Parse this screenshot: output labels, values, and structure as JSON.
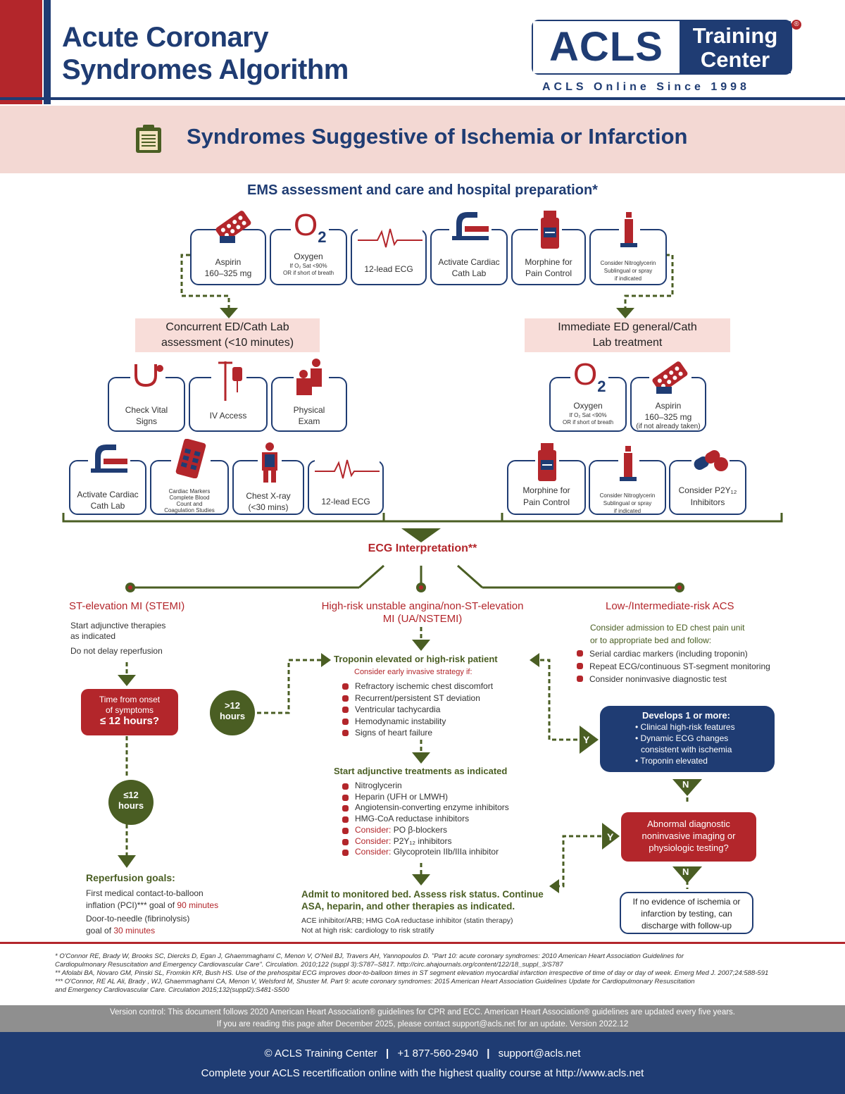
{
  "header": {
    "title_line1": "Acute Coronary",
    "title_line2": "Syndromes Algorithm",
    "logo_acls": "ACLS",
    "logo_training": "Training",
    "logo_center": "Center",
    "logo_reg": "®",
    "tagline": "ACLS Online Since 1998"
  },
  "banner": {
    "title": "Syndromes Suggestive of Ischemia or Infarction"
  },
  "ems": {
    "heading": "EMS assessment and care and hospital preparation*",
    "cards": [
      {
        "icon": "pill-pack-icon",
        "line1": "Aspirin",
        "line2": "160–325 mg"
      },
      {
        "icon": "oxygen-icon",
        "glyph": "O",
        "sub": "2",
        "line1": "Oxygen",
        "small1": "If O₂ Sat <90%",
        "small2": "OR if short of breath"
      },
      {
        "icon": "ecg-icon",
        "line1": "12-lead ECG"
      },
      {
        "icon": "microscope-icon",
        "line1": "Activate Cardiac",
        "line2": "Cath Lab"
      },
      {
        "icon": "vial-icon",
        "line1": "Morphine for",
        "line2": "Pain Control"
      },
      {
        "icon": "spray-icon",
        "small1": "Consider Nitroglycerin",
        "small2": "Sublingual or spray",
        "small3": "if indicated"
      }
    ]
  },
  "left_branch": {
    "title_line1": "Concurrent ED/Cath Lab",
    "title_line2": "assessment (<10 minutes)",
    "row1": [
      {
        "icon": "stethoscope-icon",
        "line1": "Check Vital",
        "line2": "Signs"
      },
      {
        "icon": "iv-drip-icon",
        "line1": "IV Access"
      },
      {
        "icon": "physical-exam-icon",
        "line1": "Physical",
        "line2": "Exam"
      }
    ],
    "row2": [
      {
        "icon": "microscope-icon",
        "line1": "Activate Cardiac",
        "line2": "Cath Lab"
      },
      {
        "icon": "test-cartridge-icon",
        "small1": "Cardiac Markers",
        "small2": "Complete Blood",
        "small3": "Count and",
        "small4": "Coagulation Studies"
      },
      {
        "icon": "xray-icon",
        "line1": "Chest X-ray",
        "line2": "(<30 mins)"
      },
      {
        "icon": "ecg-icon",
        "line1": "12-lead ECG"
      }
    ]
  },
  "right_branch": {
    "title_line1": "Immediate ED general/Cath",
    "title_line2": "Lab treatment",
    "row1": [
      {
        "icon": "oxygen-icon",
        "glyph": "O",
        "sub": "2",
        "line1": "Oxygen",
        "small1": "If O₂ Sat <90%",
        "small2": "OR if short of breath"
      },
      {
        "icon": "pill-pack-icon",
        "line1": "Aspirin",
        "line2": "160–325 mg",
        "line3": "(if not already taken)"
      }
    ],
    "row2": [
      {
        "icon": "vial-icon",
        "line1": "Morphine for",
        "line2": "Pain Control"
      },
      {
        "icon": "spray-icon",
        "small1": "Consider Nitroglycerin",
        "small2": "Sublingual or spray",
        "small3": "if indicated"
      },
      {
        "icon": "capsule-icon",
        "line1": "Consider P2Y₁₂",
        "line2": "Inhibitors"
      }
    ]
  },
  "ecg_interp": "ECG Interpretation**",
  "stemi": {
    "title": "ST-elevation MI (STEMI)",
    "text1": "Start adjunctive therapies",
    "text2": "as indicated",
    "text3": "Do not delay reperfusion",
    "decision_l1": "Time from onset",
    "decision_l2": "of symptoms",
    "decision_l3": "≤ 12 hours?",
    "gt12_l1": ">12",
    "gt12_l2": "hours",
    "le12_l1": "≤12",
    "le12_l2": "hours",
    "goals_title": "Reperfusion goals:",
    "goal1_a": "First medical contact-to-balloon",
    "goal1_b": "inflation (PCI)*** goal of ",
    "goal1_c": "90 minutes",
    "goal2_a": "Door-to-needle (fibrinolysis)",
    "goal2_b": "goal of ",
    "goal2_c": "30 minutes"
  },
  "nstemi": {
    "title_l1": "High-risk unstable angina/non-ST-elevation",
    "title_l2": "MI (UA/NSTEMI)",
    "trop_title": "Troponin elevated or high-risk patient",
    "trop_sub": "Consider early invasive strategy if:",
    "trop_items": [
      "Refractory ischemic chest discomfort",
      "Recurrent/persistent ST deviation",
      "Ventricular tachycardia",
      "Hemodynamic instability",
      "Signs of heart failure"
    ],
    "adj_title": "Start adjunctive treatments as indicated",
    "adj_items": [
      {
        "pre": "",
        "text": "Nitroglycerin"
      },
      {
        "pre": "",
        "text": "Heparin (UFH or LMWH)"
      },
      {
        "pre": "",
        "text": "Angiotensin-converting enzyme inhibitors"
      },
      {
        "pre": "",
        "text": "HMG-CoA reductase inhibitors"
      },
      {
        "pre": "Consider:",
        "text": " PO β-blockers"
      },
      {
        "pre": "Consider:",
        "text": " P2Y₁₂ inhibitors"
      },
      {
        "pre": "Consider:",
        "text": " Glycoprotein IIb/IIIa inhibitor"
      }
    ],
    "admit_l1": "Admit to monitored bed. Assess risk status. Continue",
    "admit_l2": "ASA, heparin, and other therapies as indicated.",
    "admit_s1": "ACE inhibitor/ARB; HMG CoA reductase inhibitor (statin therapy)",
    "admit_s2": "Not at high risk: cardiology to risk stratify"
  },
  "low_risk": {
    "title": "Low-/Intermediate-risk ACS",
    "text1": "Consider admission to ED chest pain unit",
    "text2": "or to appropriate bed and follow:",
    "items": [
      "Serial cardiac markers (including troponin)",
      "Repeat ECG/continuous ST-segment monitoring",
      "Consider noninvasive diagnostic test"
    ],
    "develops_title": "Develops 1 or more:",
    "develops_items": [
      "Clinical high-risk features",
      "Dynamic ECG changes",
      "consistent with ischemia",
      "Troponin elevated"
    ],
    "y": "Y",
    "n": "N",
    "abn_l1": "Abnormal diagnostic",
    "abn_l2": "noninvasive imaging or",
    "abn_l3": "physiologic testing?",
    "disch_l1": "If no evidence of ischemia or",
    "disch_l2": "infarction by testing, can",
    "disch_l3": "discharge with follow-up"
  },
  "footnotes": {
    "f1": "* O'Connor RE, Brady W, Brooks SC, Diercks D, Egan J, Ghaemmaghami C, Menon V, O'Neil BJ, Travers AH, Yannopoulos D. \"Part 10: acute coronary syndromes: 2010 American Heart Association Guidelines for",
    "f1b": "Cardiopulmonary Resuscitation and Emergency Cardiovascular Care\". Circulation. 2010;122 (suppl 3):S787–S817. http://circ.ahajournals.org/content/122/18_suppl_3/S787",
    "f2": "** Afolabi BA, Novaro GM, Pinski SL, Fromkin KR, Bush HS. Use of the prehospital ECG improves door-to-balloon times in ST segment elevation myocardial infarction irrespective of time of day or day of week. Emerg Med J. 2007;24:588-591",
    "f3": "*** O'Connor, RE AL Ali, Brady , WJ, Ghaemmaghami CA, Menon V, Welsford M, Shuster M. Part 9: acute coronary syndromes: 2015 American Heart Association Guidelines Update for Cardiopulmonary Resuscitation",
    "f3b": "and Emergency Cardiovascular Care. Circulation 2015;132(suppl2):S481-S500"
  },
  "version": {
    "l1": "Version control: This document follows 2020 American Heart Association® guidelines for CPR and ECC. American Heart Association® guidelines are updated every five years.",
    "l2": "If you are reading this page after December 2025, please contact support@acls.net for an update. Version 2022.12"
  },
  "footer": {
    "copyright": "© ACLS Training Center",
    "phone": "+1 877-560-2940",
    "email": "support@acls.net",
    "tagline": "Complete your ACLS recertification online with the highest quality course at http://www.acls.net"
  },
  "colors": {
    "navy": "#1f3c73",
    "red": "#b3262b",
    "green": "#4a5e23",
    "pink": "#f3d8d3"
  }
}
